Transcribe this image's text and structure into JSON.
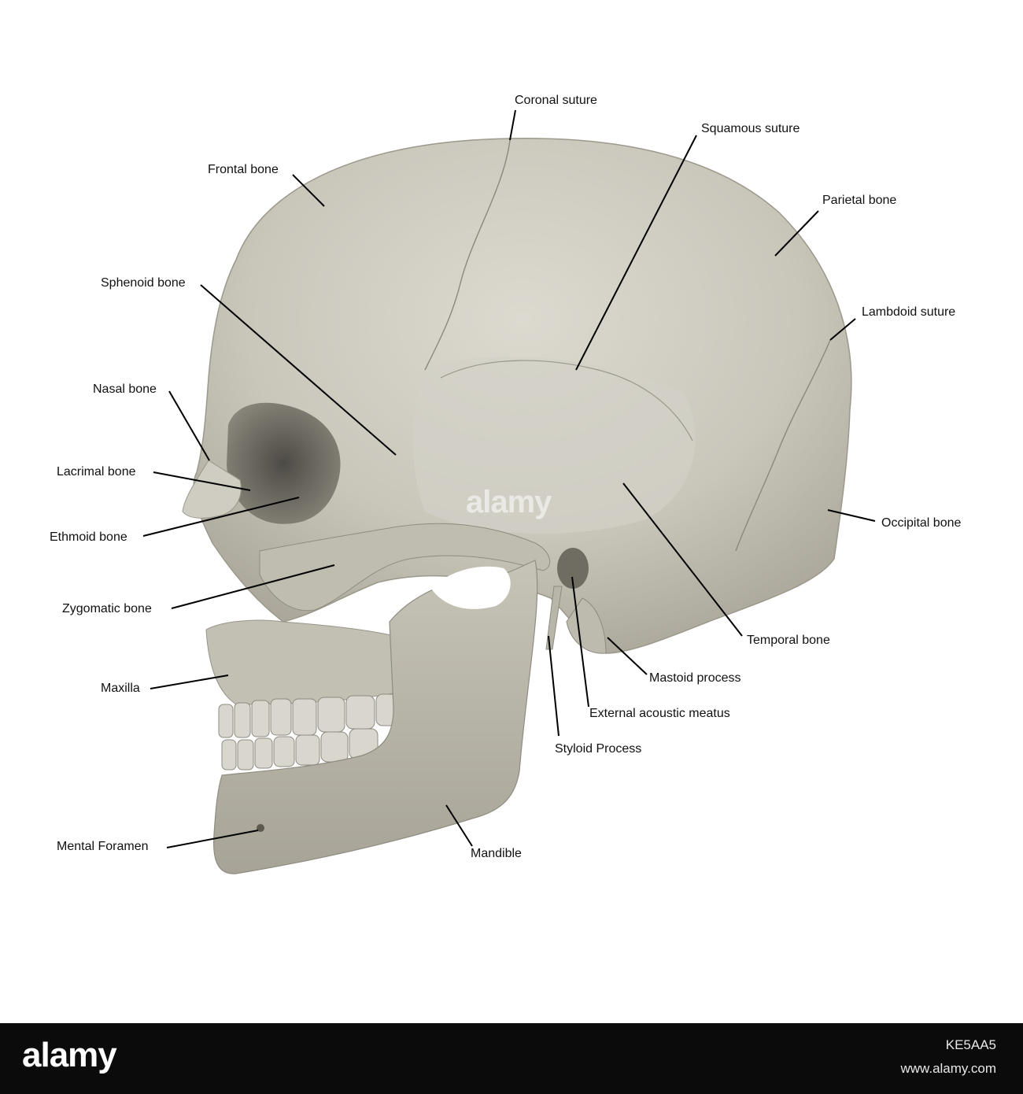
{
  "labels": {
    "coronal_suture": "Coronal suture",
    "squamous_suture": "Squamous suture",
    "frontal_bone": "Frontal bone",
    "parietal_bone": "Parietal bone",
    "sphenoid_bone": "Sphenoid bone",
    "lambdoid_suture": "Lambdoid suture",
    "nasal_bone": "Nasal bone",
    "lacrimal_bone": "Lacrimal bone",
    "ethmoid_bone": "Ethmoid bone",
    "occipital_bone": "Occipital bone",
    "zygomatic_bone": "Zygomatic bone",
    "temporal_bone": "Temporal bone",
    "mastoid_process": "Mastoid process",
    "maxilla": "Maxilla",
    "external_acoustic_meatus": "External acoustic meatus",
    "styloid_process": "Styloid Process",
    "mental_foramen": "Mental Foramen",
    "mandible": "Mandible"
  },
  "watermark": {
    "text": "alamy"
  },
  "footer": {
    "logo": "alamy",
    "image_id": "KE5AA5",
    "site": "www.alamy.com"
  }
}
